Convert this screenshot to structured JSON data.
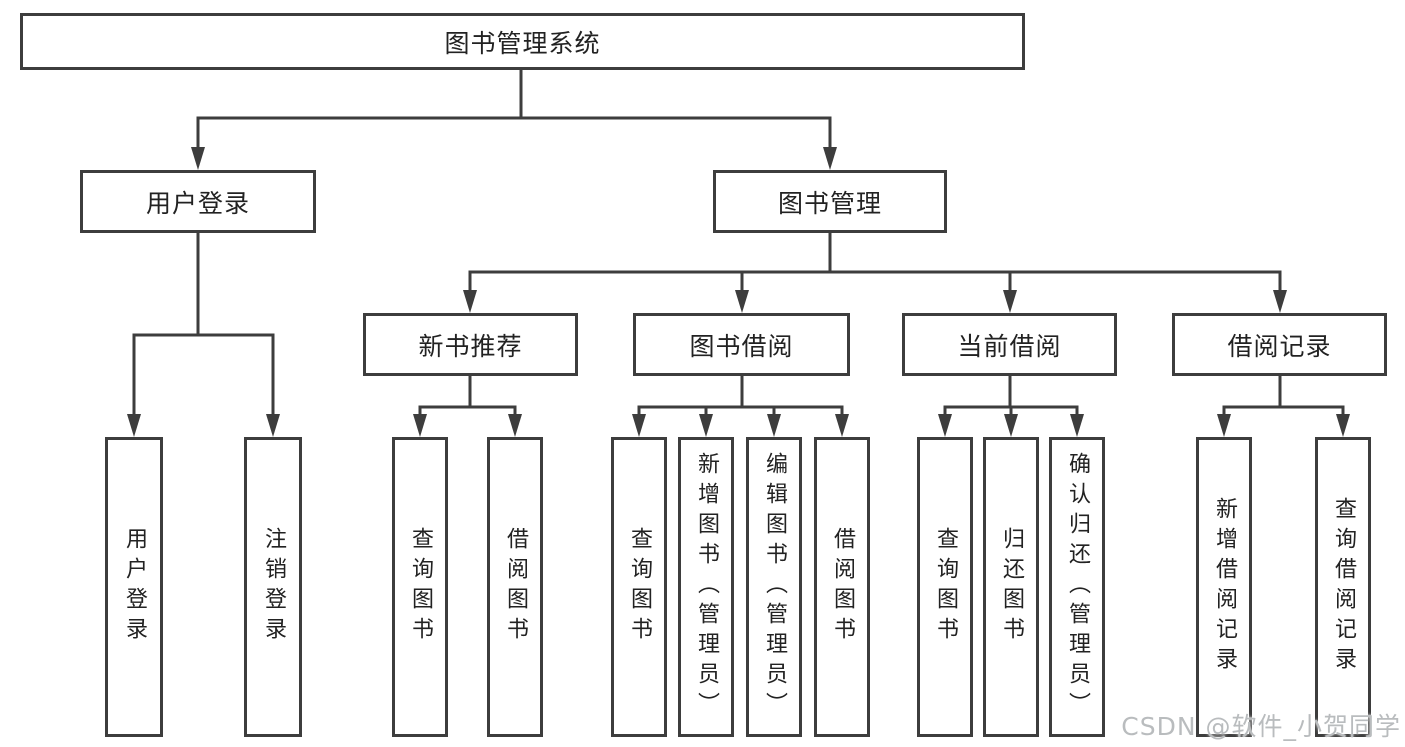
{
  "tree": {
    "root": {
      "label": "图书管理系统",
      "children": [
        {
          "label": "用户登录",
          "children": [
            {
              "label": "用户登录"
            },
            {
              "label": "注销登录"
            }
          ]
        },
        {
          "label": "图书管理",
          "children": [
            {
              "label": "新书推荐",
              "children": [
                {
                  "label": "查询图书"
                },
                {
                  "label": "借阅图书"
                }
              ]
            },
            {
              "label": "图书借阅",
              "children": [
                {
                  "label": "查询图书"
                },
                {
                  "label": "新增图书（管理员）"
                },
                {
                  "label": "编辑图书（管理员）"
                },
                {
                  "label": "借阅图书"
                }
              ]
            },
            {
              "label": "当前借阅",
              "children": [
                {
                  "label": "查询图书"
                },
                {
                  "label": "归还图书"
                },
                {
                  "label": "确认归还（管理员）"
                }
              ]
            },
            {
              "label": "借阅记录",
              "children": [
                {
                  "label": "新增借阅记录"
                },
                {
                  "label": "查询借阅记录"
                }
              ]
            }
          ]
        }
      ]
    }
  },
  "watermark": "CSDN @软件_小贺同学",
  "colors": {
    "line": "#3d3d3d",
    "text": "#222222",
    "box_background": "#ffffff",
    "watermark": "#b9bcbe"
  }
}
